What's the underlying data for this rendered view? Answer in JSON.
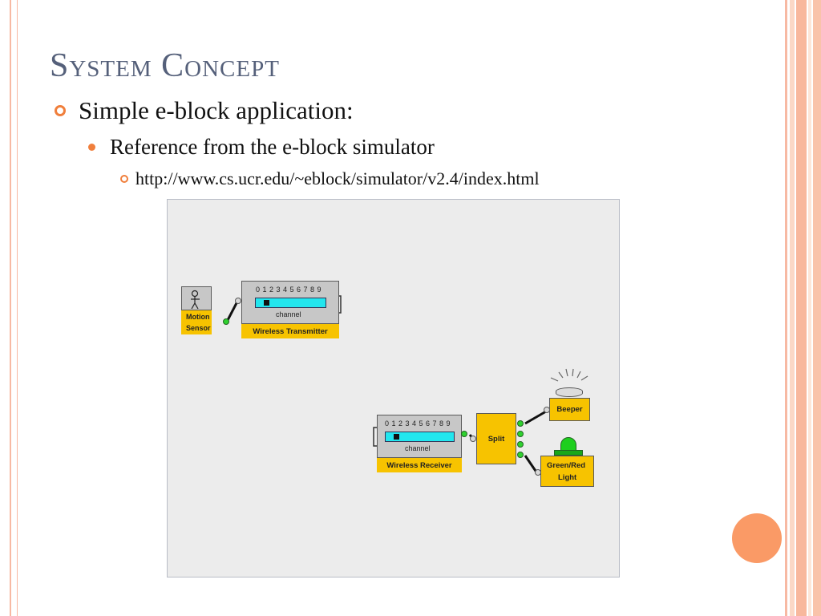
{
  "slide": {
    "title": "System Concept",
    "bullets": [
      {
        "level": 1,
        "text": "Simple e-block application:"
      },
      {
        "level": 2,
        "text": "Reference from the e-block simulator"
      },
      {
        "level": 3,
        "text": "http://www.cs.ucr.edu/~eblock/simulator/v2.4/index.html"
      }
    ]
  },
  "simulator": {
    "channel_digits": "0 1 2 3 4 5 6 7 8 9",
    "channel_label": "channel",
    "blocks": {
      "motion_sensor": {
        "line1": "Motion",
        "line2": "Sensor"
      },
      "wireless_transmitter": "Wireless Transmitter",
      "wireless_receiver": "Wireless Receiver",
      "split": "Split",
      "beeper": "Beeper",
      "green_red_light": {
        "line1": "Green/Red",
        "line2": "Light"
      }
    }
  },
  "colors": {
    "title": "#55607a",
    "accent": "#f07f3c",
    "block_yellow": "#f7c300",
    "block_gray": "#c7c7c7",
    "channel_bar": "#22e6ee",
    "led_green": "#2fd12f",
    "stripe": "#f7b9a3"
  }
}
